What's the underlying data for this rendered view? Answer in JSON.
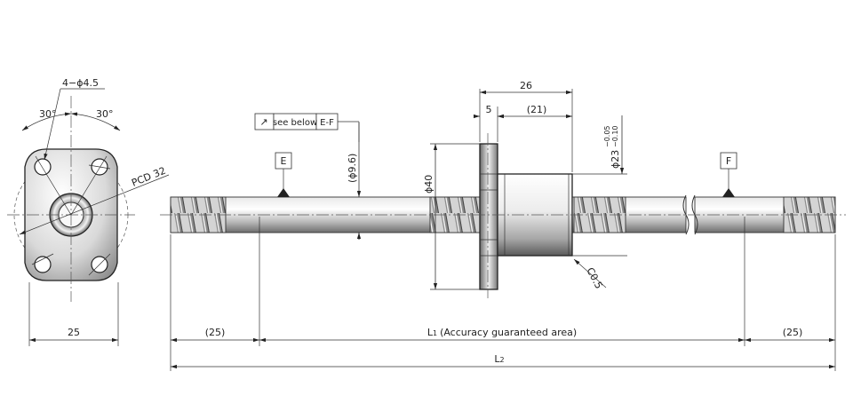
{
  "front_view": {
    "hole_callout": "4−ϕ4.5",
    "angle_left": "30°",
    "angle_right": "30°",
    "pcd": "PCD 32",
    "width_dim": "25"
  },
  "callouts": {
    "ref_e": "E",
    "ref_f": "F",
    "runout_symbol": "↗",
    "runout_text": "see below",
    "runout_ref": "E-F"
  },
  "dims": {
    "shaft_dia": "(ϕ9.6)",
    "flange_dia": "ϕ40",
    "nut_dia": "ϕ23",
    "nut_tol_upper": "−0.05",
    "nut_tol_lower": "−0.10",
    "nut_len": "26",
    "flange_thk": "5",
    "body_len": "(21)",
    "chamfer": "C0.5",
    "end_left": "(25)",
    "end_right": "(25)",
    "l1_symbol": "L",
    "l1_sub": "1",
    "l1_text": "(Accuracy guaranteed area)",
    "l2_symbol": "L",
    "l2_sub": "2"
  }
}
